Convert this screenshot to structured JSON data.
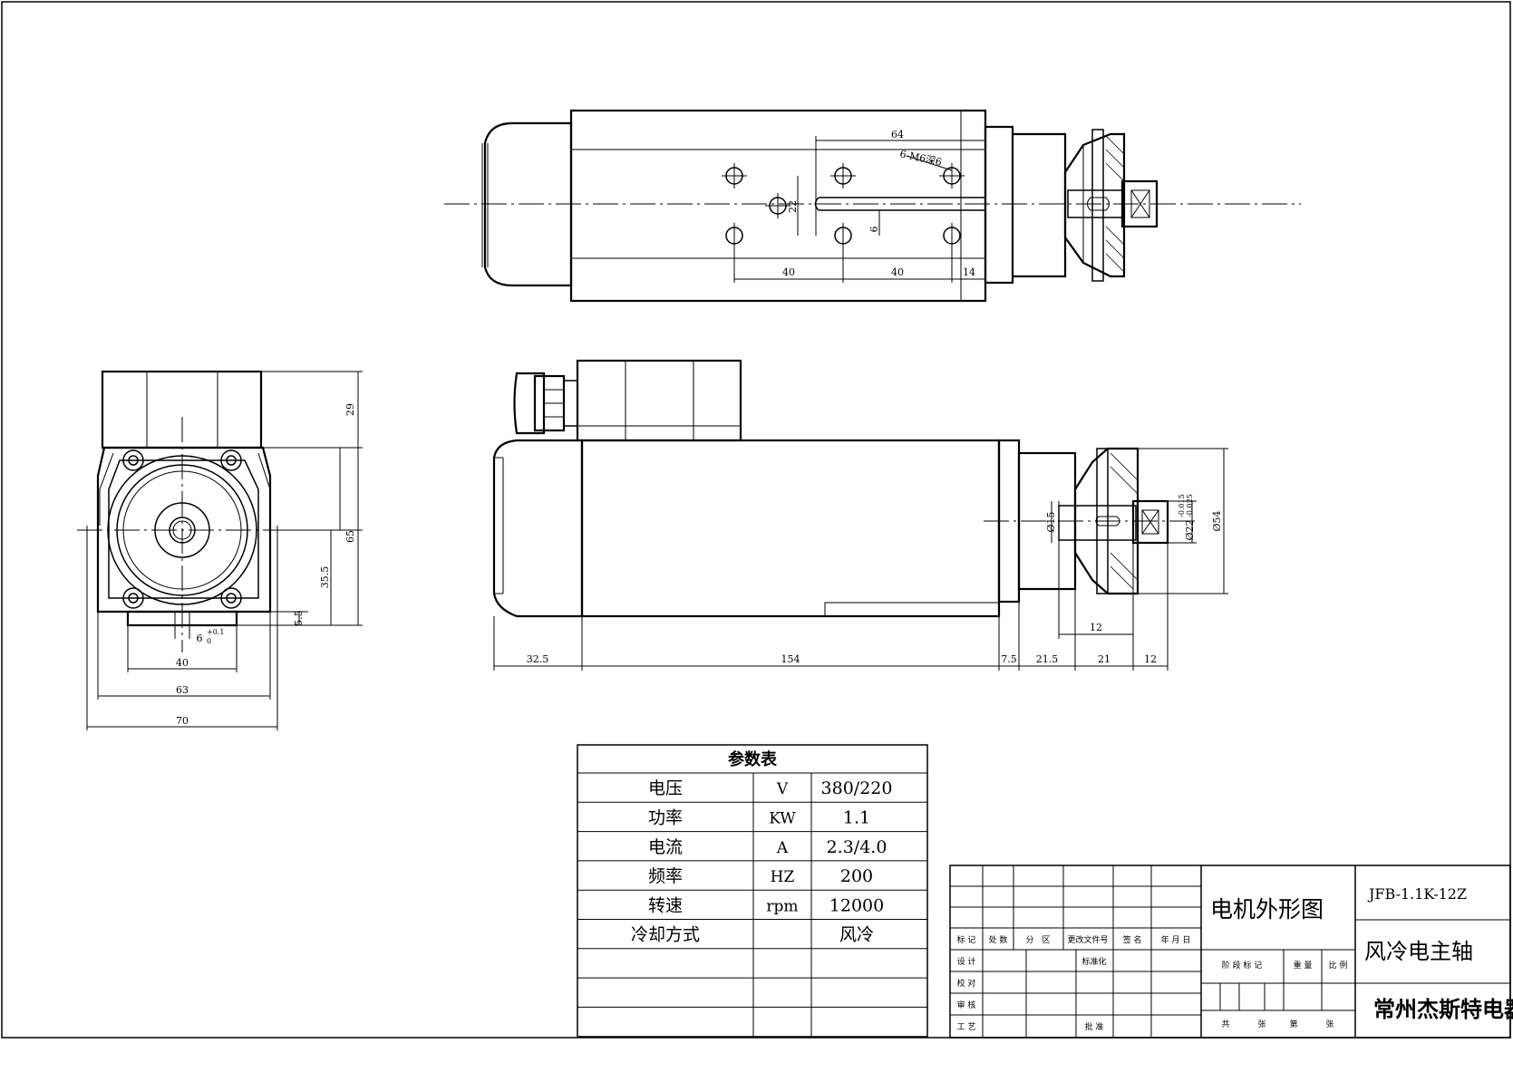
{
  "drawing": {
    "title": "电机外形图",
    "model": "JFB-1.1K-12Z",
    "product": "风冷电主轴",
    "company": "常州杰斯特电器"
  },
  "dimensions": {
    "top_64": "64",
    "top_holes": "6-M6深6",
    "top_22": "22",
    "top_6": "6",
    "top_40a": "40",
    "top_40b": "40",
    "top_14": "14",
    "end_29": "29",
    "end_65": "65",
    "end_35_5": "35.5",
    "end_5_5": "5.5",
    "end_6": "6",
    "end_6_tol_upper": "+0.1",
    "end_6_tol_lower": "0",
    "end_40": "40",
    "end_63": "63",
    "end_70": "70",
    "side_32_5": "32.5",
    "side_154": "154",
    "side_7_5": "7.5",
    "side_21_5": "21.5",
    "side_21": "21",
    "side_12": "12",
    "side_12b": "12",
    "side_d15": "Ø15",
    "side_d22": "Ø22",
    "side_d22_tol_upper": "-0.015",
    "side_d22_tol_lower": "-0.025",
    "side_d54": "Ø54"
  },
  "param_table": {
    "title": "参数表",
    "rows": [
      {
        "name": "电压",
        "unit": "V",
        "value": "380/220"
      },
      {
        "name": "功率",
        "unit": "KW",
        "value": "1.1"
      },
      {
        "name": "电流",
        "unit": "A",
        "value": "2.3/4.0"
      },
      {
        "name": "频率",
        "unit": "HZ",
        "value": "200"
      },
      {
        "name": "转速",
        "unit": "rpm",
        "value": "12000"
      },
      {
        "name": "冷却方式",
        "unit": "",
        "value": "风冷"
      },
      {
        "name": "",
        "unit": "",
        "value": ""
      },
      {
        "name": "",
        "unit": "",
        "value": ""
      },
      {
        "name": "",
        "unit": "",
        "value": ""
      }
    ]
  },
  "title_block": {
    "header_labels": [
      "标 记",
      "处 数",
      "分　区",
      "更改文件号",
      "签 名",
      "年 月 日"
    ],
    "row_labels": [
      "设 计",
      "校 对",
      "审 核",
      "工 艺"
    ],
    "std_label": "标准化",
    "approve_label": "批 准",
    "stage_label": "阶 段 标 记",
    "weight_label": "重 量",
    "scale_label": "比 例",
    "sheets_total": "共",
    "sheets_unit1": "张",
    "sheets_no": "第",
    "sheets_unit2": "张"
  }
}
